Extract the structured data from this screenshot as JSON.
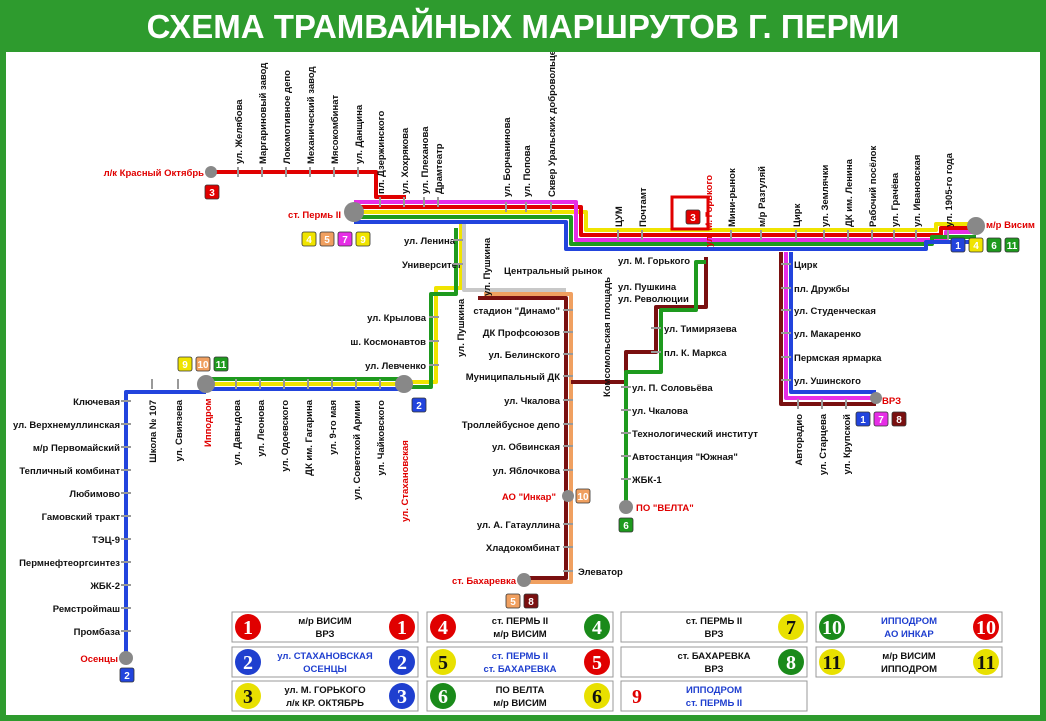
{
  "title": "СХЕМА ТРАМВАЙНЫХ МАРШРУТОВ Г. ПЕРМИ",
  "colors": {
    "r1": "#e00000",
    "r2": "#1f3fcf",
    "r3": "#1f3fcf",
    "r4": "#e00000",
    "r5": "#e8e000",
    "r6": "#1a8a1a",
    "r7": "#e8e000",
    "r8": "#1a8a1a",
    "r9": "#e000e0",
    "r10": "#e00000",
    "r11": "#e8e000",
    "yellow": "#f0e400",
    "green": "#1e9a1e",
    "blue": "#2244dd",
    "red": "#e00000",
    "magenta": "#e62ee6",
    "orange": "#f0a060",
    "maroon": "#7a1010",
    "olive": "#b0c000",
    "gray": "#c8c8c8"
  },
  "terminals": {
    "krasny": "л/к Красный Октябрь",
    "perm2": "ст. Пермь II",
    "visim": "м/р Висим",
    "vrz": "ВРЗ",
    "ippodrom": "Ипподром",
    "stakhanovskaya": "ул. Стахановская",
    "osentsy": "Осенцы",
    "inkar": "АО \"Инкар\"",
    "bakharevka": "ст. Бахаревка",
    "velta": "ПО \"ВЕЛТА\"",
    "gorkogo_top": "ул. М. Горького"
  },
  "top_stations": [
    "ул. Желябова",
    "Маргариновый завод",
    "Локомотивное депо",
    "Механический завод",
    "Мясокомбинат",
    "ул. Данщина",
    "пл. Дзержинского",
    "ул. Хохрякова",
    "ул. Плеханова",
    "Драмтеатр"
  ],
  "center_top": [
    "ул. Борчанинова",
    "ул. Попова",
    "Сквер Уральских добровольцев",
    "ЦУМ",
    "Почтамт"
  ],
  "east_top": [
    "Мини-рынок",
    "м/р Разгуляй",
    "Цирк",
    "ул. Землячки",
    "ДК им. Ленина",
    "Рабочий посёлок",
    "ул. Грачёва",
    "ул. Ивановская",
    "ул. 1905-го года"
  ],
  "left_col": [
    "ул. Ленина",
    "Университет",
    "ул. Пушкина",
    "Центральный рынок"
  ],
  "west_mid": [
    "ул. Крылова",
    "ш. Космонавтов",
    "ул. Левченко",
    "ул. Пушкина"
  ],
  "bottom_west": [
    "ул. Свиязева",
    "Школа № 107",
    "ул. Давыдова",
    "ул. Леонова",
    "ул. Одоевского",
    "ДК им. Гагарина",
    "ул. 9-го мая",
    "ул. Советской Армии",
    "ул. Чайковского"
  ],
  "blue_branch": [
    "Ключевая",
    "ул. Верхнемуллинская",
    "м/р Первомайский",
    "Тепличный комбинат",
    "Любимово",
    "Гамовский тракт",
    "ТЭЦ-9",
    "Пермнефтеоргсинтез",
    "ЖБК-2",
    "Ремстройmаш",
    "Промбаза"
  ],
  "orange_branch": [
    "стадион \"Динамо\"",
    "ДК Профсоюзов",
    "ул. Белинского",
    "Муниципальный ДК",
    "ул. Чкалова",
    "Троллейбусное депо",
    "ул. Обвинская",
    "ул. Яблочкова",
    "ул. А. Гатауллина",
    "Хладокомбинат",
    "Элеватор"
  ],
  "maroon_branch": [
    "ул. М. Горького",
    "Комсомольская площадь",
    "ул. Пушкина",
    "ул. Революции",
    "ул. Тимирязева",
    "пл. К. Маркса"
  ],
  "green_branch": [
    "ул. П. Соловьёва",
    "ул. Чкалова",
    "Технологический институт",
    "Автостанция \"Южная\"",
    "ЖБК-1"
  ],
  "east_branch": [
    "Цирк",
    "пл. Дружбы",
    "ул. Студенческая",
    "ул. Макаренко",
    "Пермская ярмарка",
    "ул. Ушинского"
  ],
  "south_east": [
    "Авторадио",
    "ул. Старцева",
    "ул. Крупской"
  ],
  "legend": [
    {
      "n1": "1",
      "n2": "1",
      "l1": "м/р ВИСИМ",
      "l2": "ВРЗ",
      "bg": "#e00000",
      "fg": "#fff",
      "tc": "#111"
    },
    {
      "n1": "2",
      "n2": "2",
      "l1": "ул. СТАХАНОВСКАЯ",
      "l2": "ОСЕНЦЫ",
      "bg": "#1f3fcf",
      "fg": "#fff",
      "tc": "#1f3fcf"
    },
    {
      "n1": "3",
      "n2": "3",
      "l1": "ул. М. ГОРЬКОГО",
      "l2": "л/к КР. ОКТЯБРЬ",
      "bg": "#1f3fcf",
      "fg": "#fff",
      "tc": "#111",
      "bg1": "#e8e000",
      "fg1": "#111"
    },
    {
      "n1": "4",
      "n2": "4",
      "l1": "ст. ПЕРМЬ II",
      "l2": "м/р ВИСИМ",
      "bg": "#1a8a1a",
      "fg": "#fff",
      "tc": "#111",
      "bg1": "#e00000",
      "fg1": "#fff"
    },
    {
      "n1": "5",
      "n2": "5",
      "l1": "ст. ПЕРМЬ II",
      "l2": "ст. БАХАРЕВКА",
      "bg": "#e00000",
      "fg": "#fff",
      "tc": "#1f3fcf",
      "bg1": "#e8e000",
      "fg1": "#111"
    },
    {
      "n1": "6",
      "n2": "6",
      "l1": "ПО ВЕЛТА",
      "l2": "м/р ВИСИМ",
      "bg": "#e8e000",
      "fg": "#111",
      "tc": "#111",
      "bg1": "#1a8a1a",
      "fg1": "#fff"
    },
    {
      "n1": "",
      "n2": "7",
      "l1": "ст. ПЕРМЬ II",
      "l2": "ВРЗ",
      "bg": "#e8e000",
      "fg": "#111",
      "tc": "#111"
    },
    {
      "n1": "",
      "n2": "8",
      "l1": "ст. БАХАРЕВКА",
      "l2": "ВРЗ",
      "bg": "#1a8a1a",
      "fg": "#fff",
      "tc": "#111"
    },
    {
      "n1": "9",
      "n2": "",
      "l1": "ИППОДРОМ",
      "l2": "ст. ПЕРМЬ II",
      "bg": "#fff",
      "fg": "#e00000",
      "tc": "#1f3fcf"
    },
    {
      "n1": "10",
      "n2": "10",
      "l1": "ИППОДРОМ",
      "l2": "АО ИНКАР",
      "bg": "#e00000",
      "fg": "#fff",
      "tc": "#1f3fcf",
      "bg1": "#1a8a1a",
      "fg1": "#fff"
    },
    {
      "n1": "11",
      "n2": "11",
      "l1": "м/р ВИСИМ",
      "l2": "ИППОДРОМ",
      "bg": "#e8e000",
      "fg": "#111",
      "tc": "#111",
      "bg1": "#e8e000",
      "fg1": "#111"
    }
  ]
}
